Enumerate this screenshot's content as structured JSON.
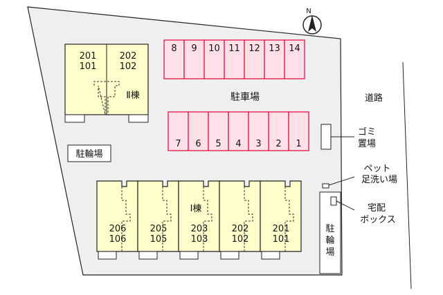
{
  "compass": {
    "label": "N"
  },
  "road_label": "道路",
  "parking_label": "駐車場",
  "parking_top": [
    "8",
    "9",
    "10",
    "11",
    "12",
    "13",
    "14"
  ],
  "parking_bottom": [
    "7",
    "6",
    "5",
    "4",
    "3",
    "2",
    "1"
  ],
  "building2": {
    "label": "Ⅱ棟",
    "units": [
      {
        "top": "201",
        "bottom": "101"
      },
      {
        "top": "202",
        "bottom": "102"
      }
    ]
  },
  "building1": {
    "label": "Ⅰ棟",
    "units": [
      {
        "top": "206",
        "bottom": "106"
      },
      {
        "top": "205",
        "bottom": "105"
      },
      {
        "top": "203",
        "bottom": "103"
      },
      {
        "top": "202",
        "bottom": "102"
      },
      {
        "top": "201",
        "bottom": "101"
      }
    ]
  },
  "bike_left": "駐輪場",
  "bike_right": [
    "駐",
    "輪",
    "場"
  ],
  "garbage": [
    "ゴミ",
    "置場"
  ],
  "pet": [
    "ペット",
    "足洗い場"
  ],
  "delivery": [
    "宅配",
    "ボックス"
  ],
  "colors": {
    "lot": "#efefef",
    "building": "#ffffcc",
    "parking_fill": "#ffe0e8",
    "parking_stroke": "#e0003c"
  }
}
